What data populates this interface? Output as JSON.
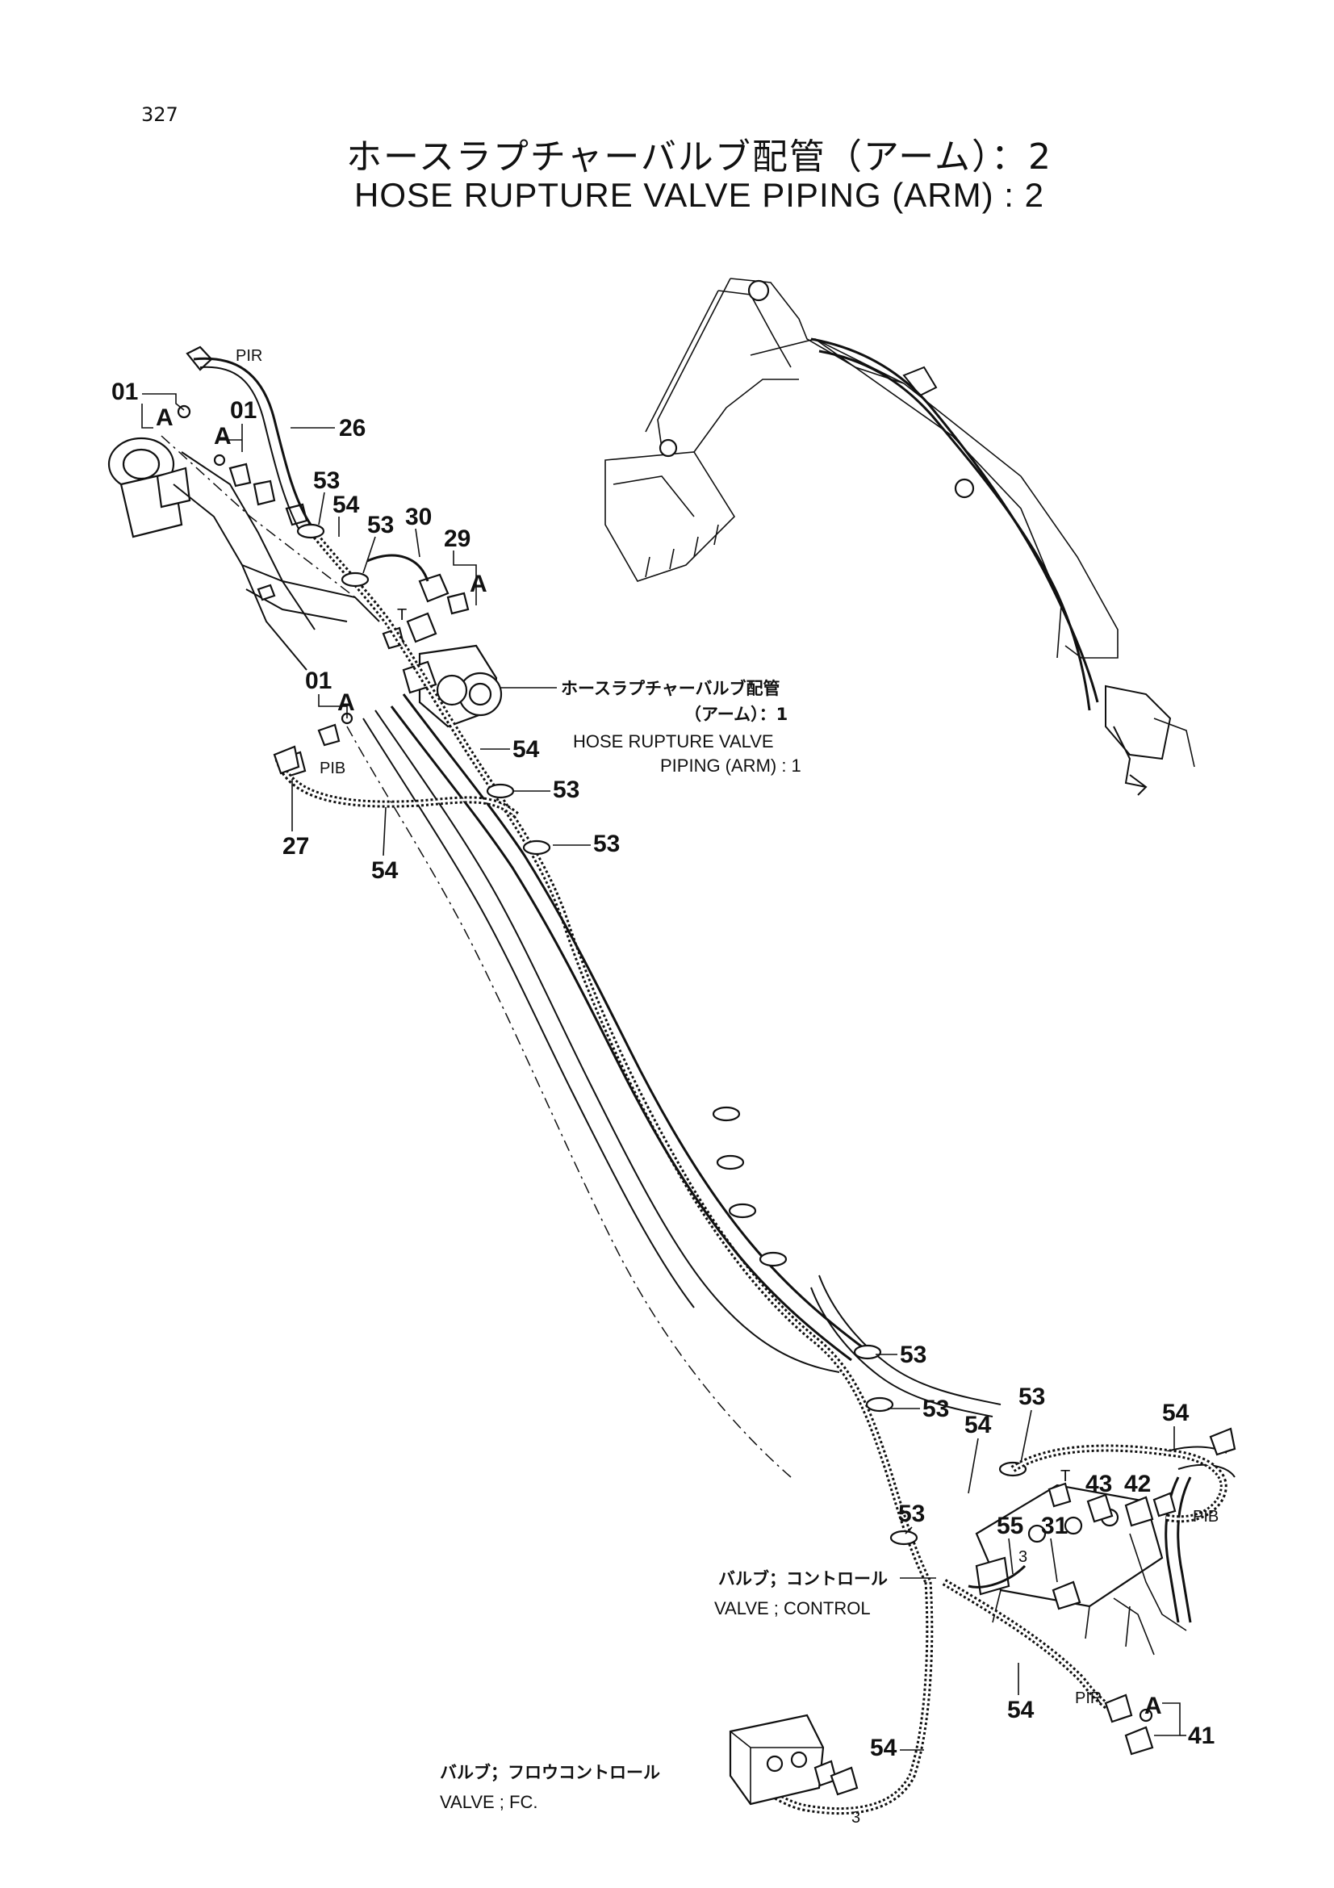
{
  "page_number": "327",
  "title_ja": "ホースラプチャーバルブ配管（アーム）：2",
  "title_en": "HOSE  RUPTURE  VALVE  PIPING  (ARM) : 2",
  "callouts": {
    "c01a": "01",
    "c01b": "01",
    "c01c": "01",
    "c26": "26",
    "c53a": "53",
    "c54a": "54",
    "c53b": "53",
    "c30": "30",
    "c29": "29",
    "c54b": "54",
    "c53c": "53",
    "c53d": "53",
    "c27": "27",
    "c54c": "54",
    "c53e": "53",
    "c53f": "53",
    "c54d": "54",
    "c53g": "53",
    "c54e": "54",
    "c53h": "53",
    "c43": "43",
    "c42": "42",
    "c55": "55",
    "c31": "31",
    "c54f": "54",
    "c54g": "54",
    "c41": "41"
  },
  "markers": {
    "A1": "A",
    "A2": "A",
    "A3": "A",
    "A4": "A",
    "A5": "A",
    "PIR_top": "PIR",
    "PIB_left": "PIB",
    "T_top": "T",
    "T_bottom": "T",
    "PIB_right": "PIB",
    "PIR_bottom": "PIR",
    "n3a": "3",
    "n3b": "3"
  },
  "notes": {
    "ref_ja": "ホースラプチャーバルブ配管",
    "ref_ja2": "（アーム）：1",
    "ref_en": "HOSE   RUPTURE  VALVE",
    "ref_en2": "PIPING (ARM) : 1",
    "control_ja": "バルブ；コントロール",
    "control_en": "VALVE ; CONTROL",
    "fc_ja": "バルブ；フロウコントロール",
    "fc_en": "VALVE ; FC."
  }
}
